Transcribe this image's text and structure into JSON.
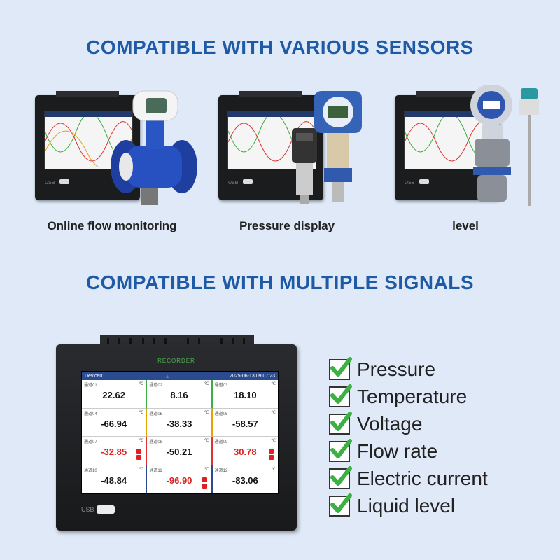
{
  "heading_sensors": "COMPATIBLE WITH VARIOUS SENSORS",
  "heading_signals": "COMPATIBLE WITH MULTIPLE SIGNALS",
  "products": [
    {
      "caption": "Online flow monitoring",
      "icon": "flow-meter-icon"
    },
    {
      "caption": "Pressure display",
      "icon": "pressure-transmitter-icon"
    },
    {
      "caption": "level",
      "icon": "level-sensor-icon"
    }
  ],
  "recorder": {
    "brand": "RECORDER",
    "device": "Device01",
    "datetime": "2025-06-13 09:07:23",
    "usb_label": "USB",
    "channels": [
      {
        "name": "通道01",
        "value": "22.62",
        "unit": "℃",
        "alarm": false
      },
      {
        "name": "通道02",
        "value": "8.16",
        "unit": "℃",
        "alarm": false
      },
      {
        "name": "通道03",
        "value": "18.10",
        "unit": "℃",
        "alarm": false
      },
      {
        "name": "通道04",
        "value": "-66.94",
        "unit": "℃",
        "alarm": false
      },
      {
        "name": "通道05",
        "value": "-38.33",
        "unit": "℃",
        "alarm": false
      },
      {
        "name": "通道06",
        "value": "-58.57",
        "unit": "℃",
        "alarm": false
      },
      {
        "name": "通道07",
        "value": "-32.85",
        "unit": "℃",
        "alarm": true
      },
      {
        "name": "通道08",
        "value": "-50.21",
        "unit": "℃",
        "alarm": false
      },
      {
        "name": "通道09",
        "value": "30.78",
        "unit": "℃",
        "alarm": true
      },
      {
        "name": "通道10",
        "value": "-48.84",
        "unit": "℃",
        "alarm": false
      },
      {
        "name": "通道11",
        "value": "-96.90",
        "unit": "℃",
        "alarm": true
      },
      {
        "name": "通道12",
        "value": "-83.06",
        "unit": "℃",
        "alarm": false
      }
    ]
  },
  "signals": [
    "Pressure",
    "Temperature",
    "Voltage",
    "Flow rate",
    "Electric current",
    "Liquid level"
  ],
  "colors": {
    "heading": "#1f5aa6",
    "check": "#3cb043",
    "background": "#dfe9f7",
    "alarm": "#e02020"
  }
}
